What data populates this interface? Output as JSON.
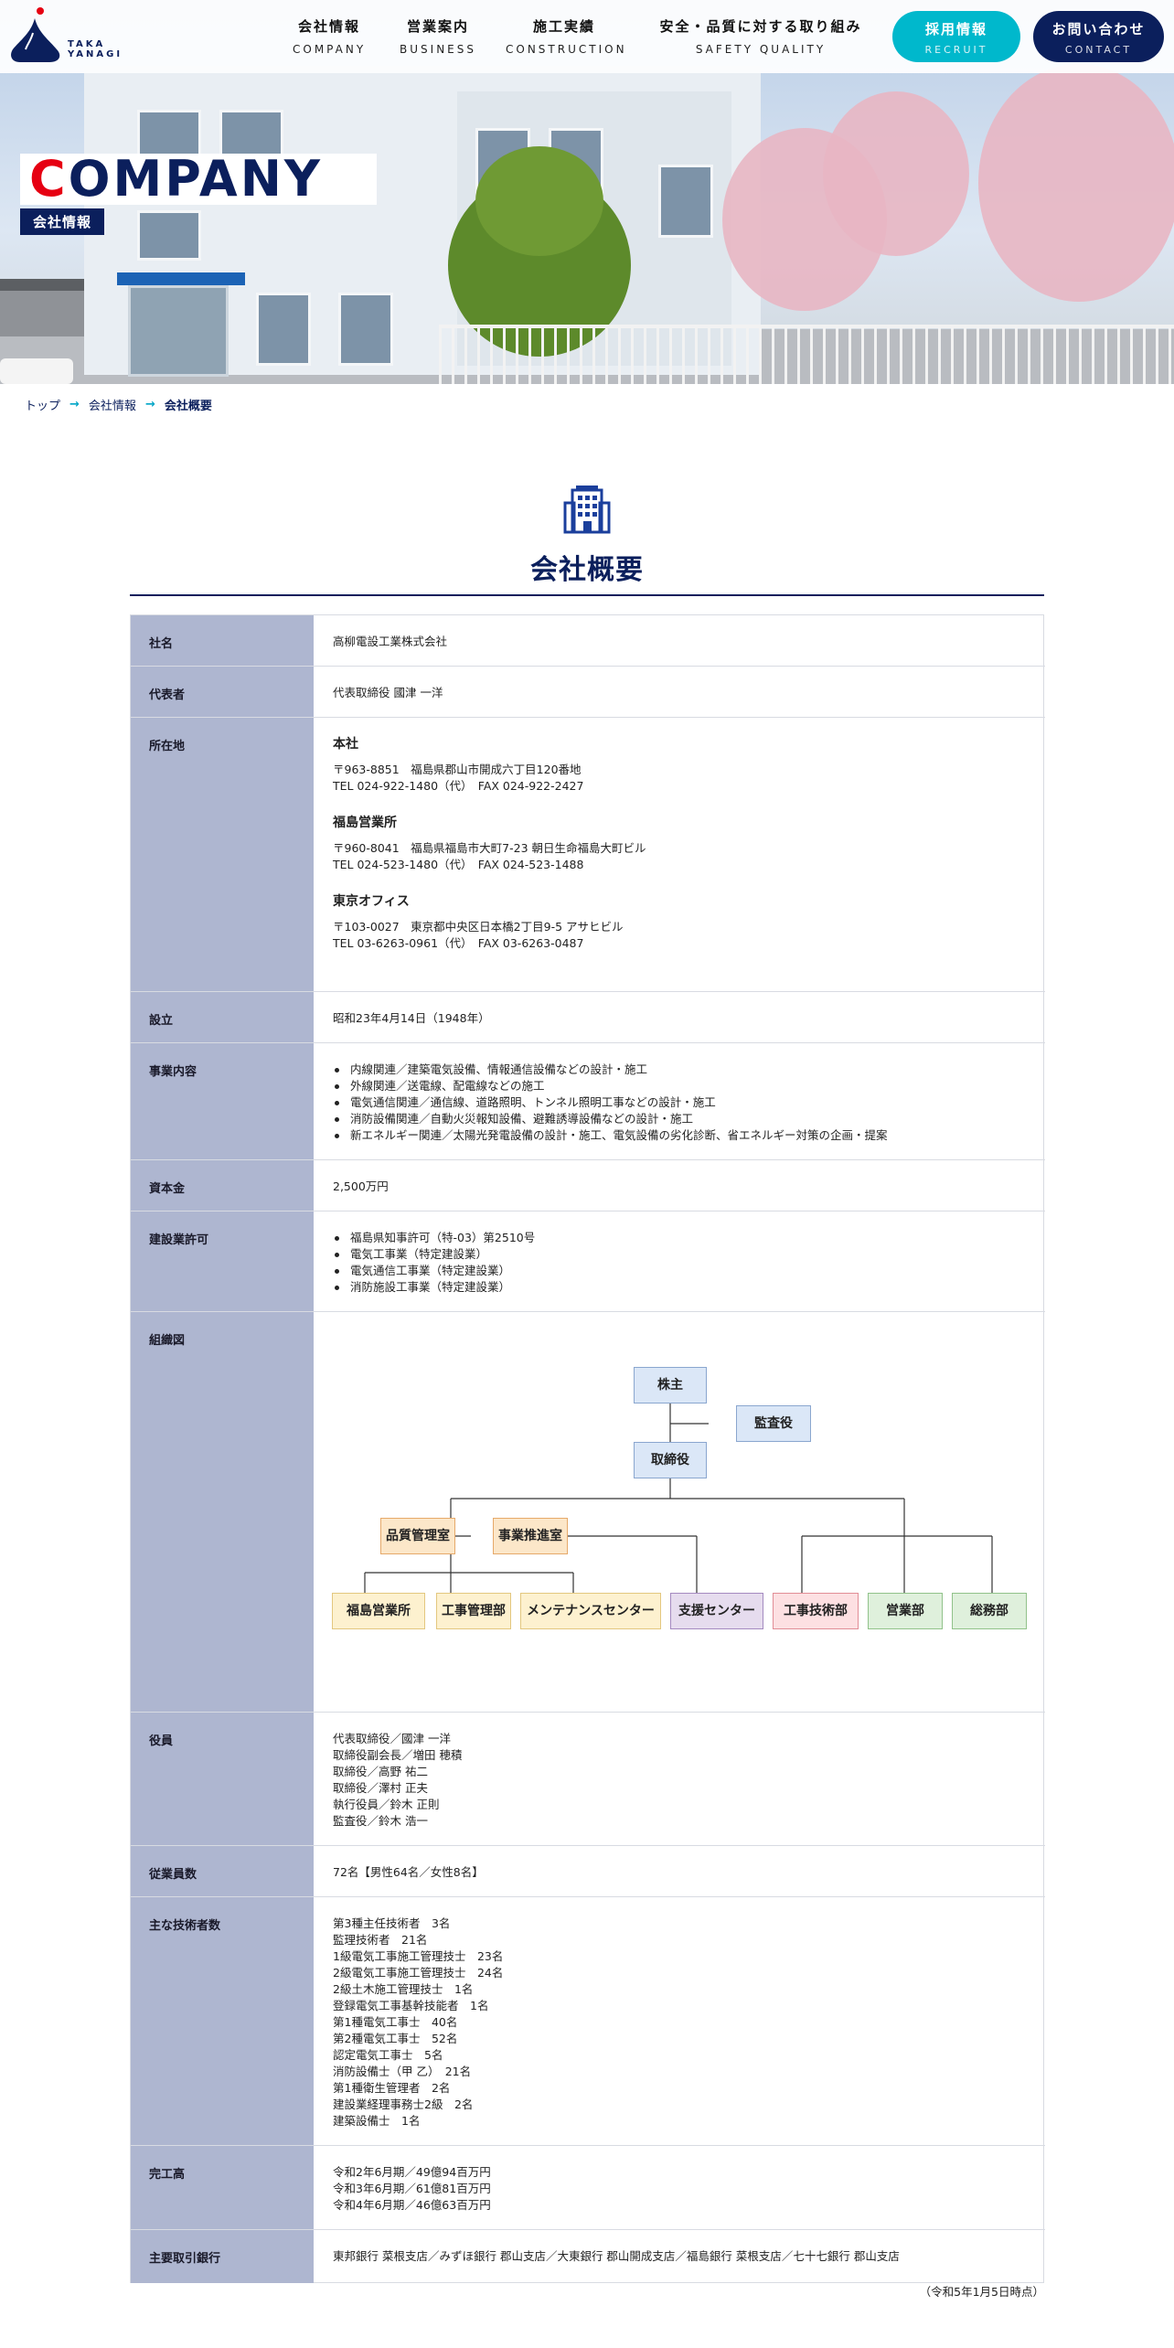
{
  "header": {
    "logo_text_line1": "TAKA",
    "logo_text_line2": "YANAGI",
    "nav": [
      {
        "jp": "会社情報",
        "en": "COMPANY"
      },
      {
        "jp": "営業案内",
        "en": "BUSINESS"
      },
      {
        "jp": "施工実績",
        "en": "CONSTRUCTION"
      },
      {
        "jp": "安全・品質に対する取り組み",
        "en": "SAFETY QUALITY"
      }
    ],
    "recruit": {
      "jp": "採用情報",
      "en": "RECRUIT"
    },
    "contact": {
      "jp": "お問い合わせ",
      "en": "CONTACT"
    }
  },
  "hero": {
    "title_first": "C",
    "title_rest": "OMPANY",
    "subtitle": "会社情報"
  },
  "breadcrumb": {
    "top": "トップ",
    "arrow": "→",
    "company": "会社情報",
    "current": "会社概要"
  },
  "section": {
    "icon": "building-icon",
    "title": "会社概要"
  },
  "table": {
    "name": {
      "label": "社名",
      "value": "高柳電設工業株式会社"
    },
    "rep": {
      "label": "代表者",
      "value": "代表取締役 國津 一洋"
    },
    "address": {
      "label": "所在地",
      "offices": [
        {
          "name": "本社",
          "postal": "〒963-8851　福島県郡山市開成六丁目120番地",
          "tel": "TEL 024-922-1480（代）　FAX 024-922-2427"
        },
        {
          "name": "福島営業所",
          "postal": "〒960-8041　福島県福島市大町7-23 朝日生命福島大町ビル",
          "tel": "TEL 024-523-1480（代）　FAX 024-523-1488"
        },
        {
          "name": "東京オフィス",
          "postal": "〒103-0027　東京都中央区日本橋2丁目9-5 アサヒビル",
          "tel": "TEL 03-6263-0961（代）　FAX 03-6263-0487"
        }
      ]
    },
    "founded": {
      "label": "設立",
      "value": "昭和23年4月14日（1948年）"
    },
    "business": {
      "label": "事業内容",
      "items": [
        "内線関連／建築電気設備、情報通信設備などの設計・施工",
        "外線関連／送電線、配電線などの施工",
        "電気通信関連／通信線、道路照明、トンネル照明工事などの設計・施工",
        "消防設備関連／自動火災報知設備、避難誘導設備などの設計・施工",
        "新エネルギー関連／太陽光発電設備の設計・施工、電気設備の劣化診断、省エネルギー対策の企画・提案"
      ]
    },
    "capital": {
      "label": "資本金",
      "value": "2,500万円"
    },
    "license": {
      "label": "建設業許可",
      "items": [
        "福島県知事許可（特-03）第2510号",
        "電気工事業（特定建設業）",
        "電気通信工事業（特定建設業）",
        "消防施設工事業（特定建設業）"
      ]
    },
    "org": {
      "label": "組織図",
      "shareholders": "株主",
      "auditor": "監査役",
      "board": "取締役",
      "quality": "品質管理室",
      "promotion": "事業推進室",
      "fukushima": "福島営業所",
      "construction_mgmt": "工事管理部",
      "maintenance": "メンテナンスセンター",
      "support": "支援センター",
      "engineering": "工事技術部",
      "sales": "営業部",
      "general_affairs": "総務部"
    },
    "officers": {
      "label": "役員",
      "lines": [
        "代表取締役／國津 一洋",
        "取締役副会長／増田 穂積",
        "取締役／高野 祐二",
        "取締役／澤村 正夫",
        "執行役員／鈴木 正則",
        "監査役／鈴木 浩一"
      ]
    },
    "employees": {
      "label": "従業員数",
      "value": "72名【男性64名／女性8名】"
    },
    "engineers": {
      "label": "主な技術者数",
      "lines": [
        "第3種主任技術者　3名",
        "監理技術者　21名",
        "1級電気工事施工管理技士　23名",
        "2級電気工事施工管理技士　24名",
        "2級土木施工管理技士　1名",
        "登録電気工事基幹技能者　1名",
        "第1種電気工事士　40名",
        "第2種電気工事士　52名",
        "認定電気工事士　5名",
        "消防設備士（甲 乙）　21名",
        "第1種衛生管理者　2名",
        "建設業経理事務士2級　2名",
        "建築設備士　1名"
      ]
    },
    "completed": {
      "label": "完工高",
      "lines": [
        "令和2年6月期／49億94百万円",
        "令和3年6月期／61億81百万円",
        "令和4年6月期／46億63百万円"
      ]
    },
    "banks": {
      "label": "主要取引銀行",
      "value": "東邦銀行 菜根支店／みずほ銀行 郡山支店／大東銀行 郡山開成支店／福島銀行 菜根支店／七十七銀行 郡山支店"
    }
  },
  "note": "（令和5年1月5日時点）",
  "colors": {
    "navy": "#0b1f5c",
    "accent_red": "#e60012",
    "cyan": "#00b8cc",
    "table_header": "#aeb6d0"
  }
}
